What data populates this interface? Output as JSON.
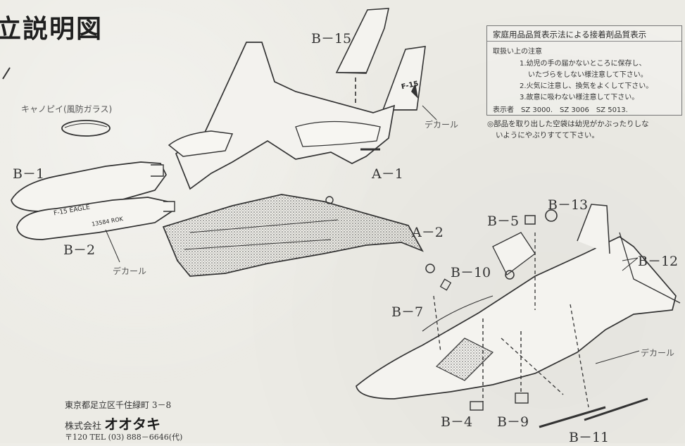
{
  "title": "立説明図",
  "labels": {
    "canopy": "キャノピイ(風防ガラス)",
    "b1": "B－1",
    "b2": "B－2",
    "b15": "B－15",
    "a1": "A－1",
    "a2": "A－2",
    "b5": "B－5",
    "b13": "B－13",
    "b12": "B－12",
    "b10": "B－10",
    "b7": "B－7",
    "b4": "B－4",
    "b9": "B－9",
    "b11": "B－11",
    "decal_top": "デカール",
    "decal_left": "デカール",
    "decal_right": "デカール"
  },
  "fuselage_text": {
    "eagle": "F-15 EAGLE",
    "serial": "13584 ROK",
    "tail": "F-15"
  },
  "notice": {
    "heading": "家庭用品品質表示法による接着剤品質表示",
    "line1": "取扱い上の注意",
    "line2": "1.幼児の手の届かないところに保存し、",
    "line3": "いたづらをしない様注意して下さい。",
    "line4": "2.火気に注意し、換気をよくして下さい。",
    "line5": "3.故意に吸わない様注意して下さい。",
    "line6": "表示者　SZ 3000.　SZ 3006　SZ 5013."
  },
  "bag_note": {
    "line1": "◎部品を取り出した空袋は幼児がかぶったりしな",
    "line2": "いようにやぶりすてて下さい。"
  },
  "company": {
    "address": "東京都足立区千住緑町 3－8",
    "prefix": "株式会社",
    "name": "オオタキ",
    "tel": "〒120 TEL (03) 888－6646(代)"
  }
}
